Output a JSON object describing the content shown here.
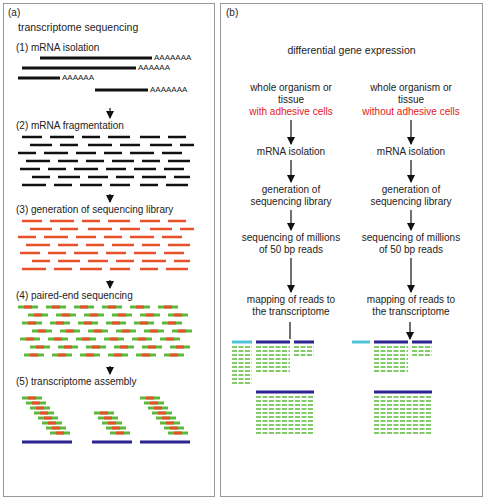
{
  "diagram": {
    "nodes": [
      {
        "text": [
          "(a)",
          "transcriptome sequencing"
        ]
      },
      {
        "text": [
          "(1) mRNA isolation"
        ],
        "in": 0
      },
      {
        "text": [
          "(2) mRNA fragmentation"
        ],
        "in": 0
      },
      {
        "text": [
          "(3) generation of sequencing library"
        ],
        "in": 0
      },
      {
        "text": [
          "(4) paired-end sequencing"
        ],
        "in": 0
      },
      {
        "text": [
          "(5) transcriptome assembly"
        ],
        "in": 0
      },
      {
        "text": [
          "(b)",
          "differential gene expression"
        ]
      },
      {
        "text": [
          "whole organism or tissue",
          "with adhesive cells"
        ],
        "in": 6
      },
      {
        "text": [
          "mRNA isolation"
        ],
        "in": 6
      },
      {
        "text": [
          "generation of sequencing library"
        ],
        "in": 6
      },
      {
        "text": [
          "sequencing of millions of 50 bp reads"
        ],
        "in": 6
      },
      {
        "text": [
          "mapping of reads to the transcriptome"
        ],
        "in": 6
      },
      {
        "text": [
          "whole organism or tissue",
          "without adhesive cells"
        ],
        "in": 6
      },
      {
        "text": [
          "mRNA isolation"
        ],
        "in": 6
      },
      {
        "text": [
          "generation of sequencing library"
        ],
        "in": 6
      },
      {
        "text": [
          "sequencing of millions of 50 bp reads"
        ],
        "in": 6
      },
      {
        "text": [
          "mapping of reads to the transcriptome"
        ],
        "in": 6
      }
    ],
    "edges": [
      {
        "from": 1,
        "to": 2,
        "arrow": "to"
      },
      {
        "from": 2,
        "to": 3,
        "arrow": "to"
      },
      {
        "from": 3,
        "to": 4,
        "arrow": "to"
      },
      {
        "from": 4,
        "to": 5,
        "arrow": "to"
      },
      {
        "from": 7,
        "to": 8,
        "arrow": "to"
      },
      {
        "from": 8,
        "to": 9,
        "arrow": "to"
      },
      {
        "from": 9,
        "to": 10,
        "arrow": "to"
      },
      {
        "from": 10,
        "to": 11,
        "arrow": "to"
      },
      {
        "from": 12,
        "to": 13,
        "arrow": "to"
      },
      {
        "from": 13,
        "to": 14,
        "arrow": "to"
      },
      {
        "from": 14,
        "to": 15,
        "arrow": "to"
      },
      {
        "from": 15,
        "to": 16,
        "arrow": "to"
      }
    ],
    "labels": [
      "AAAAAAA",
      "AAAAAA",
      "AAAAAA",
      "AAAAAAA"
    ]
  }
}
